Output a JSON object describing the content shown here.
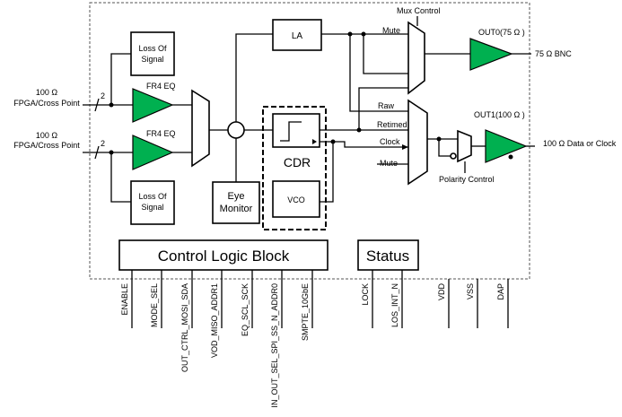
{
  "blocks": {
    "los_top": [
      "Loss Of",
      "Signal"
    ],
    "los_bottom": [
      "Loss Of",
      "Signal"
    ],
    "eq_top": "FR4 EQ",
    "eq_bottom": "FR4 EQ",
    "la": "LA",
    "cdr": "CDR",
    "vco": "VCO",
    "eye_monitor": [
      "Eye",
      "Monitor"
    ],
    "control_logic": "Control Logic Block",
    "status": "Status"
  },
  "inputs": [
    {
      "label": [
        "100 Ω",
        "FPGA/Cross Point"
      ],
      "bus_width": "2"
    },
    {
      "label": [
        "100 Ω",
        "FPGA/Cross Point"
      ],
      "bus_width": "2"
    }
  ],
  "mux_labels": {
    "mux_control": "Mux Control",
    "mute_top": "Mute",
    "raw": "Raw",
    "retimed": "Retimed",
    "clock": "Clock",
    "mute_bottom": "Mute",
    "polarity_control": "Polarity Control"
  },
  "outputs": {
    "out0": "OUT0(75 Ω )",
    "out0_dest": "75 Ω BNC",
    "out1": "OUT1(100 Ω )",
    "out1_dest": "100 Ω Data or Clock"
  },
  "pins": [
    "ENABLE",
    "MODE_SEL",
    "OUT_CTRL_MOSI_SDA",
    "VOD_MISO_ADDR1",
    "EQ_SCL_SCK",
    "IN_OUT_SEL_SPI_SS_N_ADDR0",
    "SMPTE_10GbE",
    "LOCK",
    "LOS_INT_N",
    "VDD",
    "VSS",
    "DAP"
  ],
  "colors": {
    "amplifier": "#00b050"
  }
}
